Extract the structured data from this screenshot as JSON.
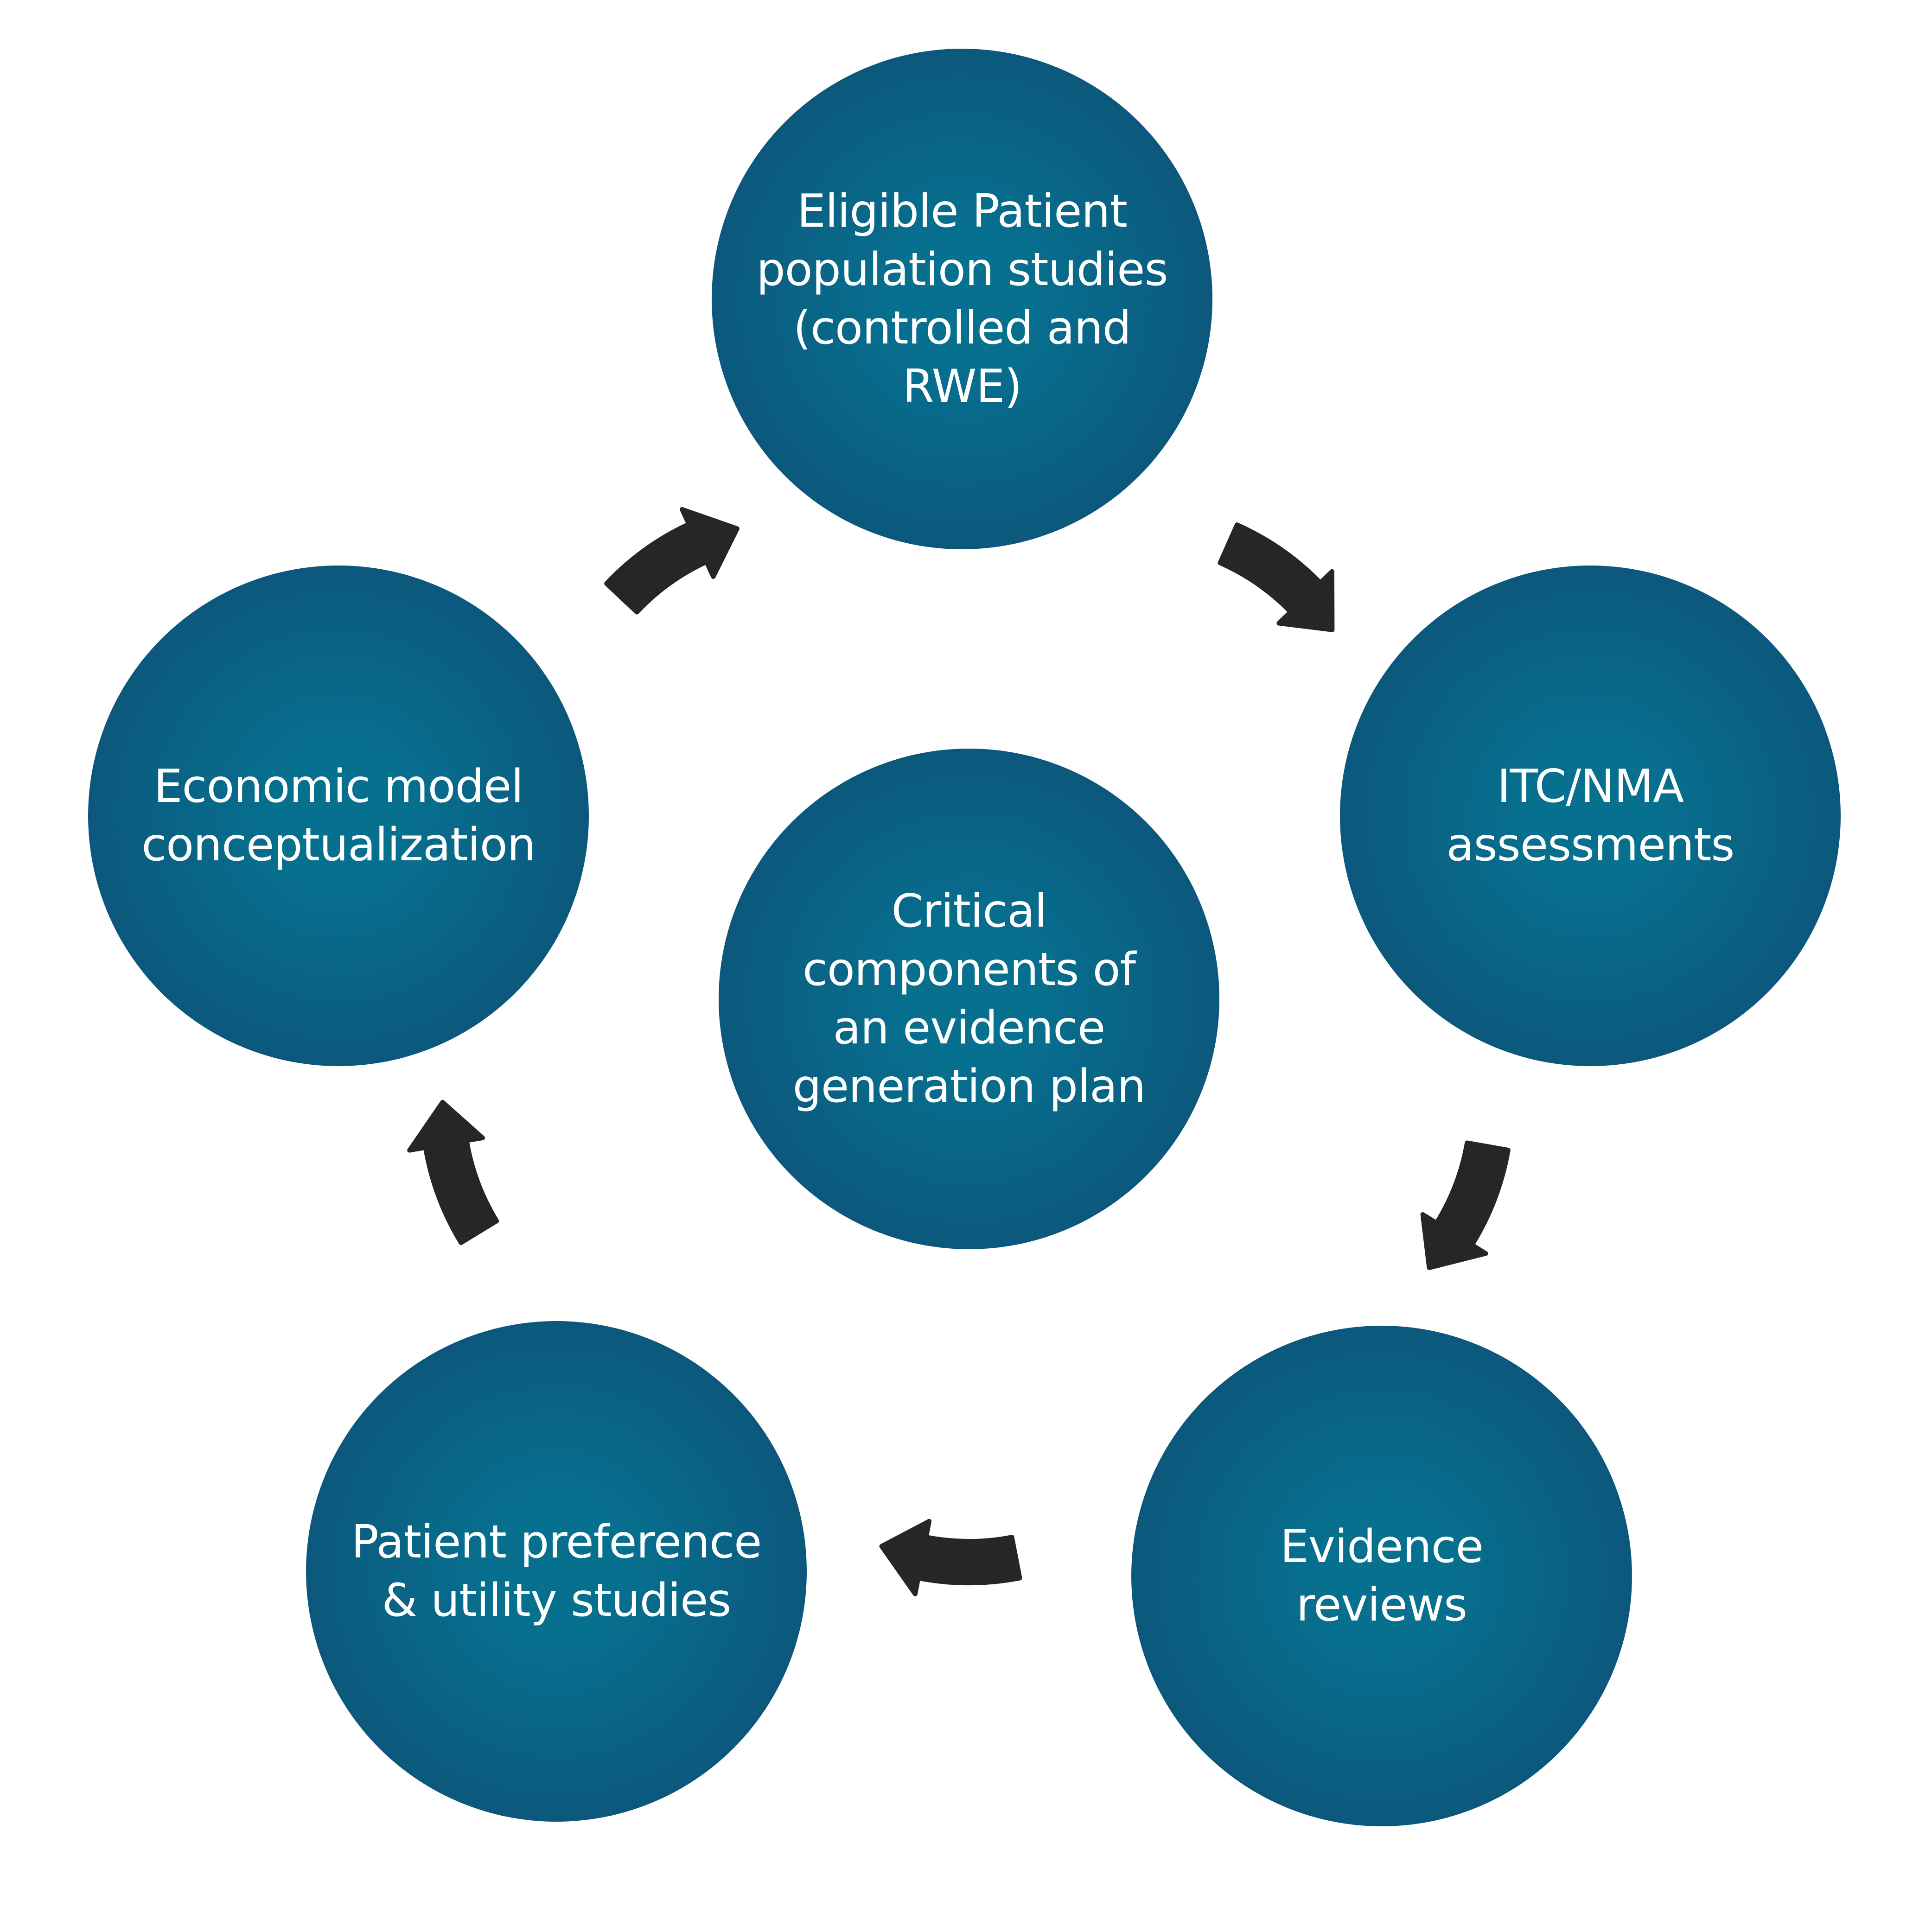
{
  "diagram": {
    "colors": {
      "node_center": "#07708F",
      "node_edge": "#0E4B72",
      "arrow": "#262626",
      "text": "#FFFFFF",
      "background": "#FFFFFF"
    },
    "center": {
      "label": "Critical\ncomponents of\nan evidence\ngeneration plan"
    },
    "nodes": [
      {
        "id": "eligible-patient",
        "label": "Eligible Patient\npopulation studies\n(controlled and\nRWE)"
      },
      {
        "id": "itc-nma",
        "label": "ITC/NMA\nassessments"
      },
      {
        "id": "evidence-reviews",
        "label": "Evidence\nreviews"
      },
      {
        "id": "patient-preference",
        "label": "Patient preference\n& utility studies"
      },
      {
        "id": "economic-model",
        "label": "Economic model\nconceptualization"
      }
    ],
    "arrows": [
      {
        "from": "eligible-patient",
        "to": "itc-nma",
        "icon": "curved-arrow-icon"
      },
      {
        "from": "itc-nma",
        "to": "evidence-reviews",
        "icon": "curved-arrow-icon"
      },
      {
        "from": "evidence-reviews",
        "to": "patient-preference",
        "icon": "curved-arrow-icon"
      },
      {
        "from": "patient-preference",
        "to": "economic-model",
        "icon": "curved-arrow-icon"
      },
      {
        "from": "economic-model",
        "to": "eligible-patient",
        "icon": "curved-arrow-icon"
      }
    ]
  }
}
